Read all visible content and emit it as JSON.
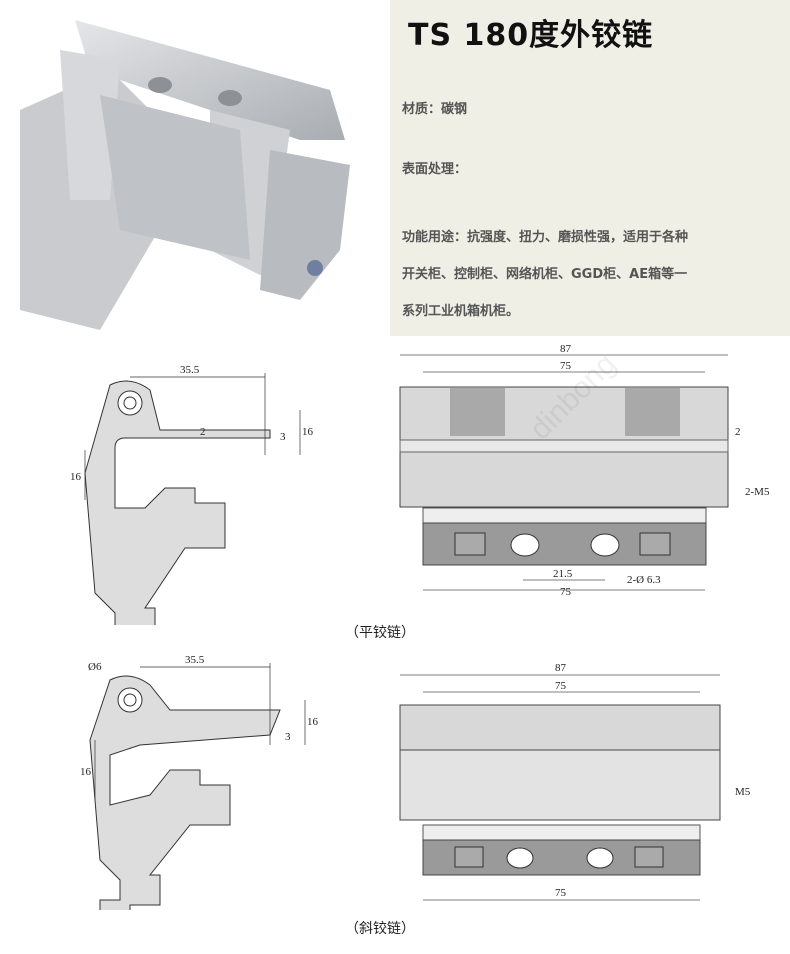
{
  "header": {
    "title": "TS 180度外铰链"
  },
  "specs": {
    "material": "材质：碳钢",
    "surface": "表面处理：",
    "function_line1": "功能用途：抗强度、扭力、磨损性强，适用于各种",
    "function_line2": "开关柜、控制柜、网络机柜、GGD柜、AE箱等一",
    "function_line3": "系列工业机箱机柜。"
  },
  "flat_hinge": {
    "caption": "（平铰链）",
    "side": {
      "width": "35.5",
      "d2": "2",
      "d3": "3",
      "d16a": "16",
      "d16b": "16"
    },
    "front": {
      "overall": "87",
      "span": "75",
      "d2": "2",
      "thread": "2-M5",
      "hole_pitch": "21.5",
      "hole_span": "75",
      "hole_dia": "2-Ø 6.3"
    }
  },
  "angled_hinge": {
    "caption": "（斜铰链）",
    "side": {
      "dia": "Ø6",
      "width": "35.5",
      "d3": "3",
      "d16a": "16",
      "d16b": "16"
    },
    "front": {
      "overall": "87",
      "span": "75",
      "thread": "M5",
      "bottom_span": "75"
    }
  },
  "watermark": "dinbong"
}
